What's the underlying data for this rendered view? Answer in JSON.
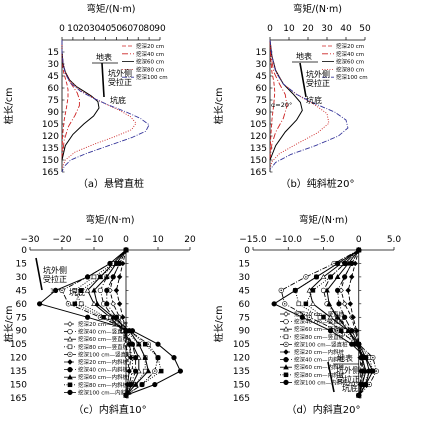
{
  "chart_data": [
    {
      "type": "line",
      "caption": "（a）悬臂直桩",
      "xlabel": "弯矩/(N·m)",
      "ylabel": "桩长/cm",
      "xlim": [
        0,
        90
      ],
      "ylim": [
        0,
        165
      ],
      "xticks": [
        0,
        10,
        20,
        30,
        40,
        50,
        60,
        70,
        80,
        90
      ],
      "yticks": [
        15,
        30,
        45,
        60,
        75,
        90,
        105,
        120,
        135,
        150,
        165
      ],
      "annotations": {
        "surface": "地表",
        "side_line1": "坑外侧",
        "side_line2": "受拉正",
        "pit_bottom": "坑底"
      },
      "series": [
        {
          "name": "挖深20 cm",
          "style": "dash1",
          "color": "#cc2222",
          "x": [
            0,
            0,
            0.5,
            1.5,
            3,
            4.5,
            5.5,
            5.5,
            4,
            2,
            0.5,
            0
          ],
          "y": [
            0,
            15,
            30,
            40,
            48,
            55,
            62,
            72,
            85,
            100,
            120,
            150
          ]
        },
        {
          "name": "挖深40 cm",
          "style": "dash2",
          "color": "#cc2222",
          "x": [
            0,
            0,
            1,
            3,
            6,
            10,
            14,
            16,
            16,
            12,
            6,
            2,
            0
          ],
          "y": [
            0,
            15,
            30,
            40,
            50,
            58,
            66,
            74,
            82,
            94,
            108,
            125,
            150
          ]
        },
        {
          "name": "挖深60 cm",
          "style": "solid",
          "color": "#000000",
          "x": [
            0,
            0,
            1,
            3,
            7,
            13,
            20,
            27,
            33,
            34,
            29,
            20,
            10,
            3,
            0
          ],
          "y": [
            0,
            15,
            30,
            40,
            50,
            58,
            64,
            70,
            77,
            85,
            95,
            105,
            118,
            132,
            150
          ]
        },
        {
          "name": "挖深80 cm",
          "style": "dot",
          "color": "#cc2222",
          "x": [
            0,
            0,
            1,
            3,
            8,
            16,
            27,
            40,
            53,
            63,
            68,
            64,
            50,
            30,
            12,
            3,
            0
          ],
          "y": [
            0,
            15,
            30,
            40,
            52,
            62,
            71,
            80,
            88,
            96,
            104,
            112,
            120,
            130,
            140,
            150,
            160
          ]
        },
        {
          "name": "挖深100 cm",
          "style": "dashdot",
          "color": "#333399",
          "x": [
            0,
            0,
            1,
            3,
            8,
            17,
            29,
            44,
            59,
            72,
            80,
            77,
            64,
            43,
            22,
            8,
            2,
            0
          ],
          "y": [
            0,
            15,
            30,
            42,
            54,
            64,
            73,
            82,
            90,
            98,
            106,
            114,
            122,
            132,
            142,
            150,
            158,
            165
          ]
        }
      ]
    },
    {
      "type": "line",
      "caption": "（b）纯斜桩20°",
      "xlabel": "弯矩/(N·m)",
      "ylabel": "桩长/cm",
      "xlim": [
        0,
        50
      ],
      "ylim": [
        0,
        165
      ],
      "xticks": [
        0,
        10,
        20,
        30,
        40,
        50
      ],
      "yticks": [
        15,
        30,
        45,
        60,
        75,
        90,
        105,
        120,
        135,
        150,
        165
      ],
      "annotations": {
        "surface": "地表",
        "side_line1": "坑外侧",
        "side_line2": "受拉正",
        "pit_bottom": "坑底",
        "alpha": "α=20°"
      },
      "series": [
        {
          "name": "挖深20 cm",
          "style": "dash1",
          "color": "#cc2222",
          "x": [
            0,
            0.3,
            1,
            2,
            2.5,
            2,
            1,
            0.3,
            0
          ],
          "y": [
            0,
            20,
            40,
            52,
            65,
            80,
            100,
            125,
            150
          ]
        },
        {
          "name": "挖深40 cm",
          "style": "dash2",
          "color": "#cc2222",
          "x": [
            0,
            0.5,
            2,
            5,
            8,
            9,
            7,
            3,
            1,
            0
          ],
          "y": [
            0,
            20,
            40,
            55,
            68,
            82,
            98,
            115,
            130,
            150
          ]
        },
        {
          "name": "挖深60 cm",
          "style": "solid",
          "color": "#000000",
          "x": [
            0,
            1,
            3,
            7,
            12,
            16,
            17,
            14,
            8,
            3,
            0
          ],
          "y": [
            0,
            20,
            38,
            55,
            67,
            78,
            88,
            100,
            115,
            132,
            150
          ]
        },
        {
          "name": "挖深80 cm",
          "style": "dot",
          "color": "#cc2222",
          "x": [
            0,
            1,
            3,
            7,
            14,
            23,
            30,
            31,
            25,
            14,
            5,
            1,
            0
          ],
          "y": [
            0,
            20,
            38,
            55,
            68,
            80,
            92,
            104,
            116,
            130,
            142,
            152,
            160
          ]
        },
        {
          "name": "挖深100 cm",
          "style": "dashdot",
          "color": "#333399",
          "x": [
            0,
            1,
            3,
            7,
            14,
            24,
            34,
            40,
            41,
            36,
            24,
            11,
            3,
            0
          ],
          "y": [
            0,
            20,
            40,
            55,
            68,
            80,
            90,
            100,
            110,
            120,
            132,
            143,
            153,
            162
          ]
        }
      ]
    },
    {
      "type": "line",
      "caption": "（c）内斜直10°",
      "xlabel": "弯矩/(N·m)",
      "ylabel": "桩长/cm",
      "xlim": [
        -30,
        20
      ],
      "ylim": [
        0,
        165
      ],
      "xticks": [
        -30,
        -20,
        -10,
        0,
        10,
        20
      ],
      "yticks": [
        0,
        15,
        30,
        45,
        60,
        75,
        90,
        105,
        120,
        135,
        150,
        165
      ],
      "annotations": {
        "side_line1": "坑外侧",
        "side_line2": "受拉正",
        "pit_bottom": "坑底",
        "angle": "10°"
      },
      "series": [
        {
          "name": "挖深20 cm—竖直桩",
          "style": "dash1",
          "marker": "open-diamond",
          "x": [
            0,
            -2,
            -4,
            -5,
            -4,
            -2,
            -1,
            0,
            0.5,
            1,
            0.5,
            0
          ],
          "y": [
            0,
            15,
            30,
            45,
            60,
            75,
            90,
            105,
            120,
            135,
            150,
            162
          ]
        },
        {
          "name": "挖深40 cm—竖直桩",
          "style": "dash2",
          "marker": "open-circle",
          "x": [
            0,
            -3,
            -6,
            -8,
            -7,
            -4,
            -1,
            1,
            2,
            2,
            1,
            0
          ],
          "y": [
            0,
            15,
            30,
            45,
            60,
            75,
            90,
            105,
            120,
            135,
            150,
            162
          ]
        },
        {
          "name": "挖深60 cm—竖直桩",
          "style": "solid",
          "marker": "open-triangle",
          "x": [
            0,
            -4,
            -8,
            -12,
            -10,
            -5,
            -1,
            2,
            4,
            4,
            2,
            0
          ],
          "y": [
            0,
            15,
            30,
            45,
            60,
            75,
            90,
            105,
            120,
            135,
            150,
            162
          ]
        },
        {
          "name": "挖深80 cm—竖直桩",
          "style": "dot",
          "marker": "open-square",
          "x": [
            0,
            -4,
            -10,
            -16,
            -14,
            -6,
            0,
            4,
            6,
            6,
            3,
            0
          ],
          "y": [
            0,
            15,
            30,
            45,
            60,
            75,
            90,
            105,
            120,
            135,
            150,
            162
          ]
        },
        {
          "name": "挖深100 cm—竖直桩",
          "style": "dashdot",
          "marker": "open-circle-dot",
          "x": [
            0,
            -5,
            -12,
            -20,
            -18,
            -8,
            1,
            7,
            10,
            9,
            5,
            0
          ],
          "y": [
            0,
            15,
            30,
            45,
            60,
            75,
            90,
            105,
            120,
            135,
            150,
            162
          ]
        },
        {
          "name": "挖深20 cm—内斜桩",
          "style": "dash1",
          "marker": "filled-diamond",
          "x": [
            0,
            -1,
            -2,
            -3,
            -2,
            -1,
            0,
            1,
            1.5,
            1,
            0.5,
            0
          ],
          "y": [
            0,
            15,
            30,
            45,
            60,
            75,
            90,
            105,
            120,
            135,
            150,
            162
          ]
        },
        {
          "name": "挖深40 cm—内斜桩",
          "style": "dash2",
          "marker": "filled-circle",
          "x": [
            0,
            -2,
            -4,
            -6,
            -6,
            -3,
            0,
            2,
            3,
            3,
            1.5,
            0
          ],
          "y": [
            0,
            15,
            30,
            45,
            60,
            75,
            90,
            105,
            120,
            135,
            150,
            162
          ]
        },
        {
          "name": "挖深60 cm—内斜桩",
          "style": "solid",
          "marker": "filled-triangle",
          "x": [
            0,
            -3,
            -6,
            -10,
            -9,
            -4,
            1,
            4,
            6,
            7,
            3,
            0
          ],
          "y": [
            0,
            15,
            30,
            45,
            60,
            75,
            90,
            105,
            120,
            135,
            150,
            162
          ]
        },
        {
          "name": "挖深80 cm—内斜桩",
          "style": "dot",
          "marker": "filled-square",
          "x": [
            0,
            -3,
            -8,
            -14,
            -16,
            -7,
            1,
            6,
            10,
            11,
            5,
            0
          ],
          "y": [
            0,
            15,
            30,
            45,
            60,
            75,
            90,
            105,
            120,
            135,
            150,
            162
          ]
        },
        {
          "name": "挖深100 cm—内斜桩",
          "style": "solid",
          "marker": "filled-circle",
          "x": [
            0,
            -5,
            -12,
            -22,
            -27,
            -12,
            2,
            10,
            15,
            17,
            9,
            0
          ],
          "y": [
            0,
            15,
            30,
            45,
            60,
            75,
            90,
            105,
            120,
            135,
            150,
            162
          ]
        }
      ]
    },
    {
      "type": "line",
      "caption": "（d）内斜直20°",
      "xlabel": "弯矩/(N·m)",
      "ylabel": "桩长/cm",
      "xlim": [
        -15,
        5
      ],
      "ylim": [
        0,
        165
      ],
      "xticks": [
        -15,
        -10,
        -5,
        0,
        5
      ],
      "xticklabels": [
        "−15.0",
        "−10.0",
        "−5.0",
        "0",
        "5.0"
      ],
      "yticks": [
        0,
        15,
        30,
        45,
        60,
        75,
        90,
        105,
        120,
        135,
        150,
        165
      ],
      "annotations": {
        "surface": "地表",
        "side_line1": "坑外侧",
        "side_line2": "受拉正",
        "pit_bottom": "坑底",
        "angle": "20°"
      },
      "series": [
        {
          "name": "挖深20 cm—竖直桩",
          "style": "dash1",
          "marker": "open-diamond",
          "x": [
            0,
            -1,
            -2,
            -2.5,
            -2,
            -1,
            -0.5,
            0,
            0.3,
            0.5,
            0.3,
            0
          ],
          "y": [
            0,
            15,
            30,
            45,
            60,
            75,
            90,
            105,
            120,
            135,
            150,
            162
          ]
        },
        {
          "name": "挖深40 cm—竖直桩",
          "style": "dash2",
          "marker": "open-circle",
          "x": [
            0,
            -2,
            -4,
            -5,
            -4.5,
            -3,
            -1,
            0,
            0.5,
            0.8,
            0.5,
            0
          ],
          "y": [
            0,
            15,
            30,
            45,
            60,
            75,
            90,
            105,
            120,
            135,
            150,
            162
          ]
        },
        {
          "name": "挖深60 cm—竖直桩",
          "style": "solid",
          "marker": "open-triangle",
          "x": [
            0,
            -2.5,
            -5,
            -7,
            -6.5,
            -4,
            -1.5,
            0,
            1,
            1.5,
            1,
            0
          ],
          "y": [
            0,
            15,
            30,
            45,
            60,
            75,
            90,
            105,
            120,
            135,
            150,
            162
          ]
        },
        {
          "name": "挖深80 cm—竖直桩",
          "style": "dot",
          "marker": "open-square",
          "x": [
            0,
            -3,
            -6,
            -9,
            -8.5,
            -5.5,
            -2,
            0,
            1.5,
            2,
            1,
            0
          ],
          "y": [
            0,
            15,
            30,
            45,
            60,
            75,
            90,
            105,
            120,
            135,
            150,
            162
          ]
        },
        {
          "name": "挖深100 cm—竖直桩",
          "style": "dashdot",
          "marker": "open-circle-dot",
          "x": [
            0,
            -3.5,
            -7.5,
            -11,
            -10.5,
            -7,
            -3,
            0,
            2,
            2.5,
            1.5,
            0
          ],
          "y": [
            0,
            15,
            30,
            45,
            60,
            75,
            90,
            105,
            120,
            135,
            150,
            162
          ]
        },
        {
          "name": "挖深20 cm—内斜桩",
          "style": "dash1",
          "marker": "filled-diamond",
          "x": [
            0,
            -0.5,
            -1,
            -1.5,
            -1.2,
            -0.8,
            -0.3,
            0,
            0.2,
            0.3,
            0.2,
            0
          ],
          "y": [
            0,
            15,
            30,
            45,
            60,
            75,
            90,
            105,
            120,
            135,
            150,
            162
          ]
        },
        {
          "name": "挖深40 cm—内斜桩",
          "style": "dash2",
          "marker": "filled-circle",
          "x": [
            0,
            -1,
            -2,
            -3,
            -2.8,
            -2,
            -1,
            0,
            0.5,
            0.6,
            0.3,
            0
          ],
          "y": [
            0,
            15,
            30,
            45,
            60,
            75,
            90,
            105,
            120,
            135,
            150,
            162
          ]
        },
        {
          "name": "挖深60 cm—内斜桩",
          "style": "solid",
          "marker": "filled-triangle",
          "x": [
            0,
            -1.5,
            -3,
            -4.5,
            -4.2,
            -3,
            -1.5,
            -0.3,
            0.5,
            1,
            0.5,
            0
          ],
          "y": [
            0,
            15,
            30,
            45,
            60,
            75,
            90,
            105,
            120,
            135,
            150,
            162
          ]
        },
        {
          "name": "挖深80 cm—内斜桩",
          "style": "dot",
          "marker": "filled-square",
          "x": [
            0,
            -2,
            -4,
            -6.5,
            -7.5,
            -5,
            -2.5,
            -0.5,
            1,
            1.5,
            0.8,
            0
          ],
          "y": [
            0,
            15,
            30,
            45,
            60,
            75,
            90,
            105,
            120,
            135,
            150,
            162
          ]
        },
        {
          "name": "挖深100 cm—内斜桩",
          "style": "solid",
          "marker": "filled-circle",
          "x": [
            0,
            -3,
            -6,
            -9,
            -12,
            -8,
            -4,
            -1,
            1,
            2,
            1,
            0
          ],
          "y": [
            0,
            15,
            30,
            45,
            60,
            75,
            90,
            105,
            120,
            135,
            150,
            162
          ]
        }
      ]
    }
  ]
}
